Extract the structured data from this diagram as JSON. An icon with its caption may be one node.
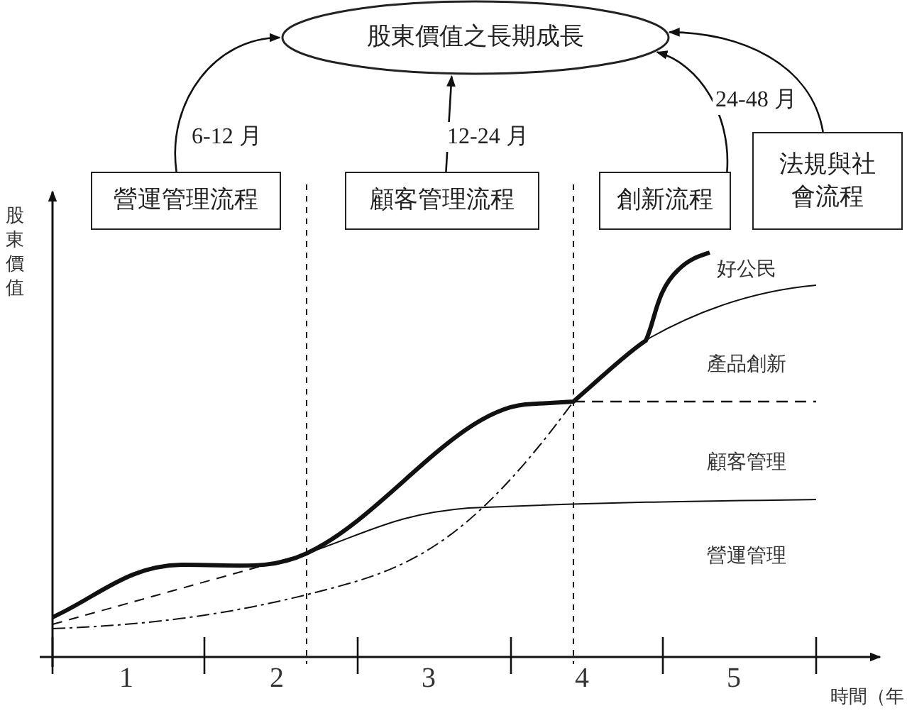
{
  "diagram": {
    "nodes": [
      {
        "text": [
          "股東價值之長期成長"
        ]
      },
      {
        "text": [
          "營運管理流程"
        ]
      },
      {
        "text": [
          "顧客管理流程"
        ]
      },
      {
        "text": [
          "創新流程"
        ]
      },
      {
        "text": [
          "法規與社會流程"
        ]
      }
    ],
    "edges": [
      {
        "from": 1,
        "to": 0,
        "arrow": "to",
        "label": "6-12 月"
      },
      {
        "from": 2,
        "to": 0,
        "arrow": "to",
        "label": "12-24 月"
      },
      {
        "from": 3,
        "to": 0,
        "arrow": "to",
        "label": "24-48 月"
      },
      {
        "from": 4,
        "to": 0,
        "arrow": "to"
      }
    ],
    "labels": [
      "股東價值",
      "好公民",
      "產品創新",
      "顧客管理",
      "營運管理",
      "1",
      "2",
      "3",
      "4",
      "5",
      "時間（年"
    ]
  }
}
